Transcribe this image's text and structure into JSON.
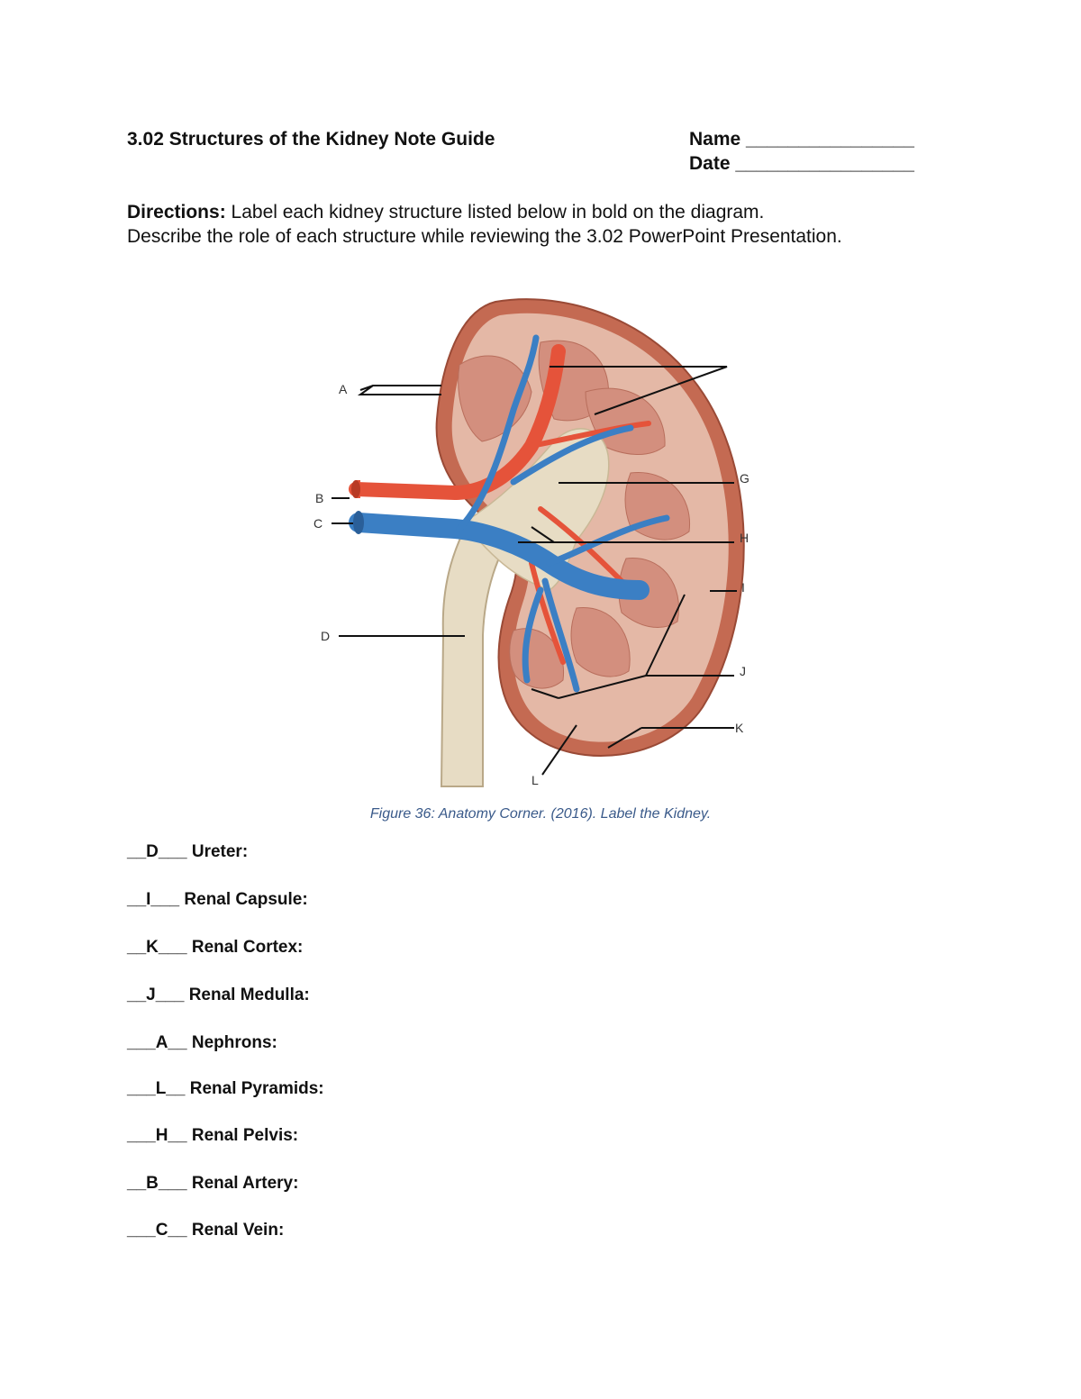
{
  "header": {
    "title": "3.02 Structures of the Kidney Note Guide",
    "name_label": "Name ________________",
    "date_label": "Date _________________"
  },
  "directions": {
    "label": "Directions:",
    "line1": "Label each kidney structure listed below in bold on the diagram.",
    "line2": "Describe the role of each structure while reviewing the 3.02 PowerPoint Presentation."
  },
  "figure": {
    "labels": [
      "A",
      "B",
      "C",
      "D",
      "G",
      "H",
      "I",
      "J",
      "K",
      "L"
    ],
    "caption": "Figure 36: Anatomy Corner. (2016). Label the Kidney.",
    "colors": {
      "capsule": "#b5604a",
      "cortex": "#e4b8a6",
      "pyramid": "#d38f7e",
      "pelvis": "#e7dcc4",
      "artery": "#e5533a",
      "vein": "#3b7fc4"
    }
  },
  "items": [
    {
      "answer": "__D___",
      "term": "Ureter:"
    },
    {
      "answer": "__I___",
      "term": "Renal Capsule:"
    },
    {
      "answer": "__K___",
      "term": "Renal Cortex:"
    },
    {
      "answer": "__J___",
      "term": "Renal Medulla:"
    },
    {
      "answer": "___A__",
      "term": "Nephrons:"
    },
    {
      "answer": "___L__",
      "term": "Renal Pyramids:"
    },
    {
      "answer": "___H__",
      "term": "Renal Pelvis:"
    },
    {
      "answer": "__B___",
      "term": "Renal Artery:"
    },
    {
      "answer": "___C__",
      "term": "Renal Vein:"
    }
  ]
}
